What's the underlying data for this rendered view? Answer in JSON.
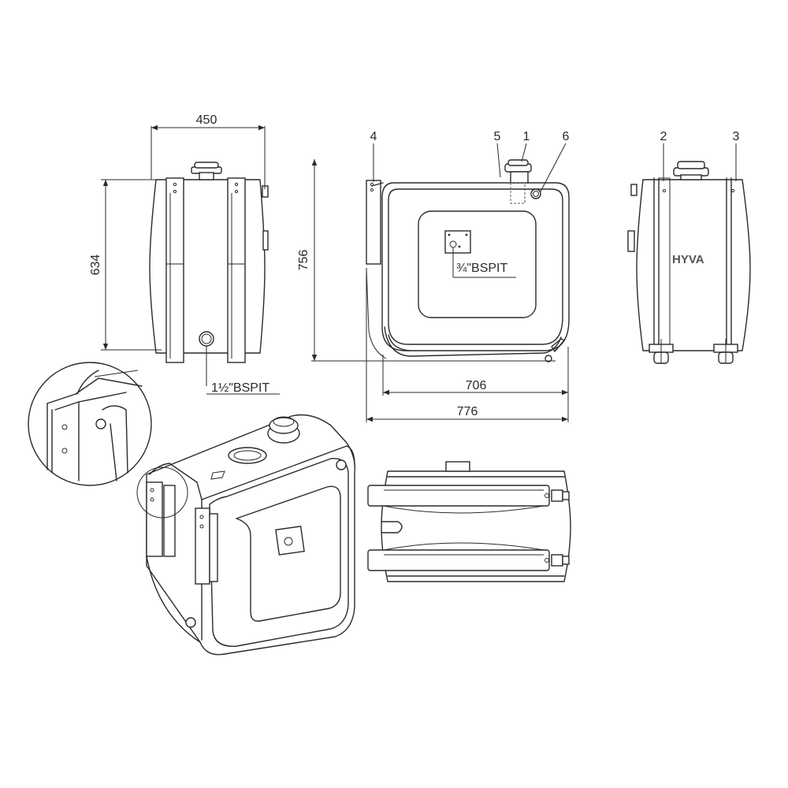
{
  "dimensions": {
    "width_top": "450",
    "height_side": "634",
    "height_front": "756",
    "width_inner": "706",
    "width_outer": "776"
  },
  "ports": {
    "drain": "1½\"BSPIT",
    "return": "¾\"BSPIT"
  },
  "callouts": [
    "1",
    "2",
    "3",
    "4",
    "5",
    "6"
  ],
  "brand": "HYVA",
  "colors": {
    "line": "#2a2a2a",
    "background": "#ffffff"
  }
}
